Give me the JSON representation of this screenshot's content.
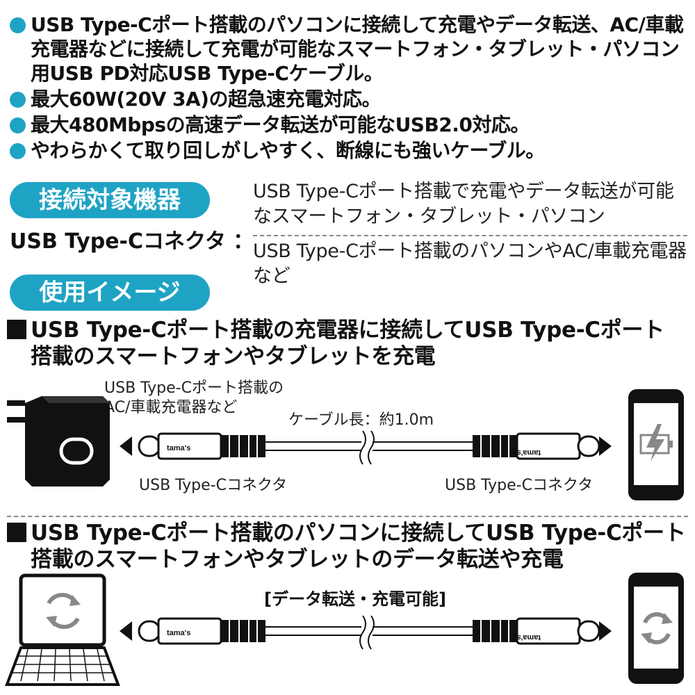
{
  "features": [
    {
      "text": "USB Type-Cポート搭載のパソコンに接続して充電やデータ転送、AC/車載充電器などに接続して充電が可能なスマートフォン・タブレット・パソコン用USB PD対応USB Type-Cケーブル。"
    },
    {
      "text": "最大60W(20V 3A)の超急速充電対応。"
    },
    {
      "text": "最大480Mbpsの高速データ転送が可能なUSB2.0対応。"
    },
    {
      "text": "やわらかくて取り回しがしやすく、断線にも強いケーブル。"
    }
  ],
  "compat": {
    "badge": "接続対象機器",
    "connector_label": "USB Type-Cコネクタ ：",
    "targets": [
      "USB Type-Cポート搭載で充電やデータ転送が可能なスマートフォン・タブレット・パソコン",
      "USB Type-Cポート搭載のパソコンやAC/車載充電器など"
    ]
  },
  "usage": {
    "badge": "使用イメージ",
    "sections": [
      {
        "title_line1": "USB Type-Cポート搭載の充電器に接続してUSB Type-Cポート",
        "title_line2": "搭載のスマートフォンやタブレットを充電",
        "charger_caption_line1": "USB Type-Cポート搭載の",
        "charger_caption_line2": "AC/車載充電器など",
        "cable_length": "ケーブル長：約1.0m",
        "left_connector": "USB Type-Cコネクタ",
        "right_connector": "USB Type-Cコネクタ"
      },
      {
        "title_line1": "USB Type-Cポート搭載のパソコンに接続してUSB Type-Cポート",
        "title_line2": "搭載のスマートフォンやタブレットのデータ転送や充電",
        "data_label": "[データ転送・充電可能]"
      }
    ]
  },
  "brand": {
    "logo": "tama's"
  },
  "colors": {
    "accent": "#1fa3c4",
    "ink": "#111111"
  }
}
